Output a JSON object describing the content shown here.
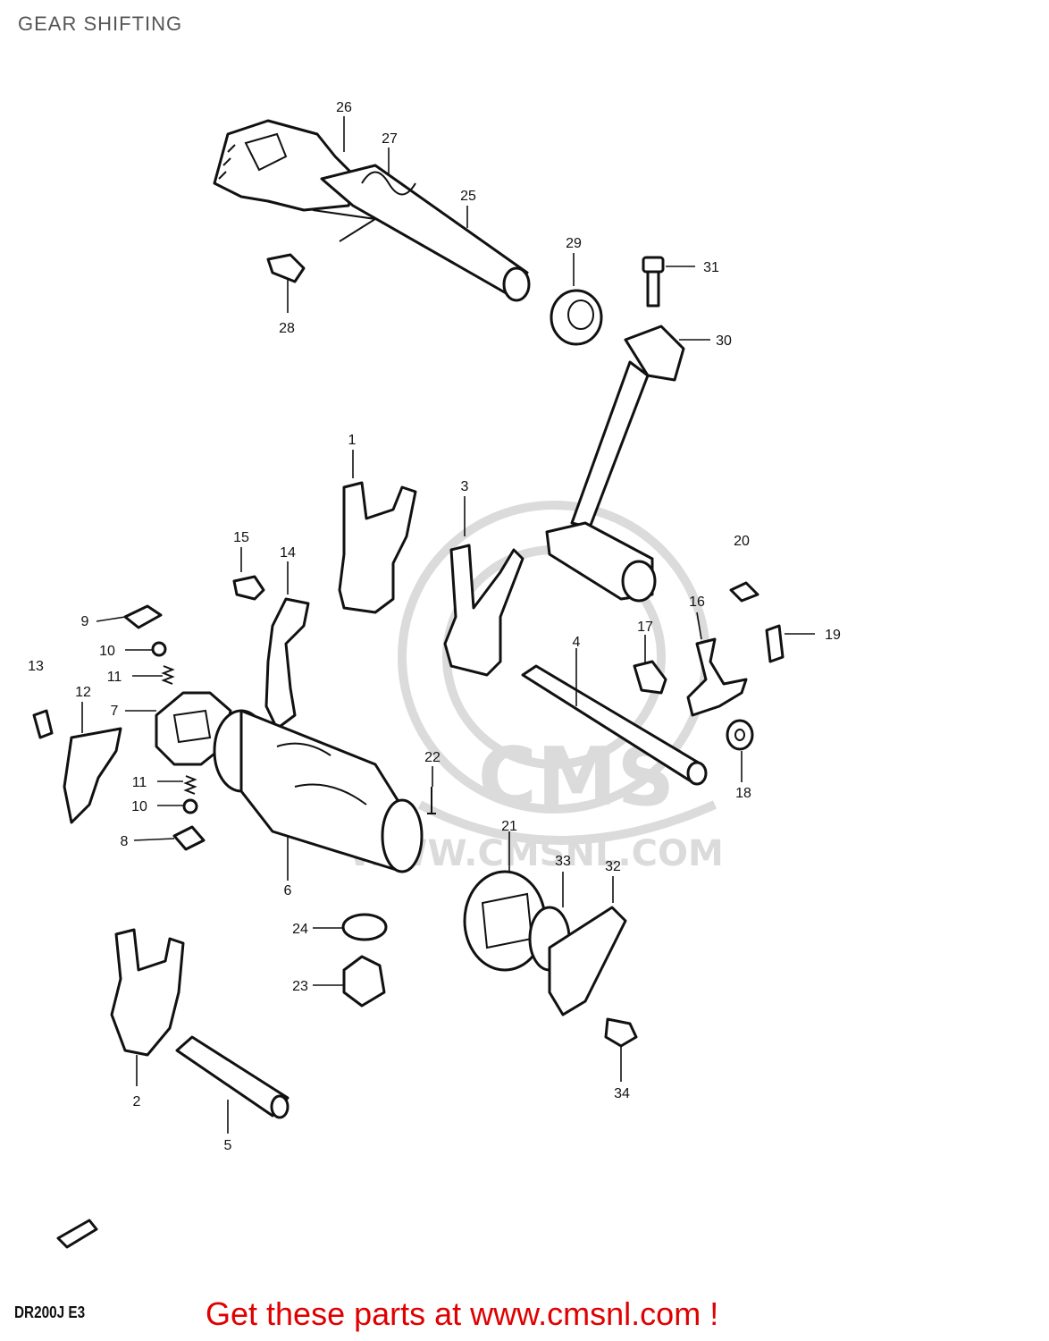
{
  "header": {
    "title": "GEAR SHIFTING"
  },
  "footer": {
    "model_code": "DR200J E3",
    "cta": "Get these parts at www.cmsnl.com !"
  },
  "watermark": {
    "logo_text": "CMS",
    "url_text": "WWW.CMSNL.COM"
  },
  "callouts": [
    {
      "id": "c1",
      "label": "1"
    },
    {
      "id": "c2",
      "label": "2"
    },
    {
      "id": "c3",
      "label": "3"
    },
    {
      "id": "c4",
      "label": "4"
    },
    {
      "id": "c5",
      "label": "5"
    },
    {
      "id": "c6",
      "label": "6"
    },
    {
      "id": "c7",
      "label": "7"
    },
    {
      "id": "c8",
      "label": "8"
    },
    {
      "id": "c9",
      "label": "9"
    },
    {
      "id": "c10a",
      "label": "10"
    },
    {
      "id": "c10b",
      "label": "10"
    },
    {
      "id": "c11a",
      "label": "11"
    },
    {
      "id": "c11b",
      "label": "11"
    },
    {
      "id": "c12",
      "label": "12"
    },
    {
      "id": "c13",
      "label": "13"
    },
    {
      "id": "c14",
      "label": "14"
    },
    {
      "id": "c15",
      "label": "15"
    },
    {
      "id": "c16",
      "label": "16"
    },
    {
      "id": "c17",
      "label": "17"
    },
    {
      "id": "c18",
      "label": "18"
    },
    {
      "id": "c19",
      "label": "19"
    },
    {
      "id": "c20",
      "label": "20"
    },
    {
      "id": "c21",
      "label": "21"
    },
    {
      "id": "c22",
      "label": "22"
    },
    {
      "id": "c23",
      "label": "23"
    },
    {
      "id": "c24",
      "label": "24"
    },
    {
      "id": "c25",
      "label": "25"
    },
    {
      "id": "c26",
      "label": "26"
    },
    {
      "id": "c27",
      "label": "27"
    },
    {
      "id": "c28",
      "label": "28"
    },
    {
      "id": "c29",
      "label": "29"
    },
    {
      "id": "c30",
      "label": "30"
    },
    {
      "id": "c31",
      "label": "31"
    },
    {
      "id": "c32",
      "label": "32"
    },
    {
      "id": "c33",
      "label": "33"
    },
    {
      "id": "c34",
      "label": "34"
    }
  ],
  "colors": {
    "line": "#111111",
    "cta": "#e00000",
    "watermark": "#d8d8d8",
    "title": "#555555"
  }
}
